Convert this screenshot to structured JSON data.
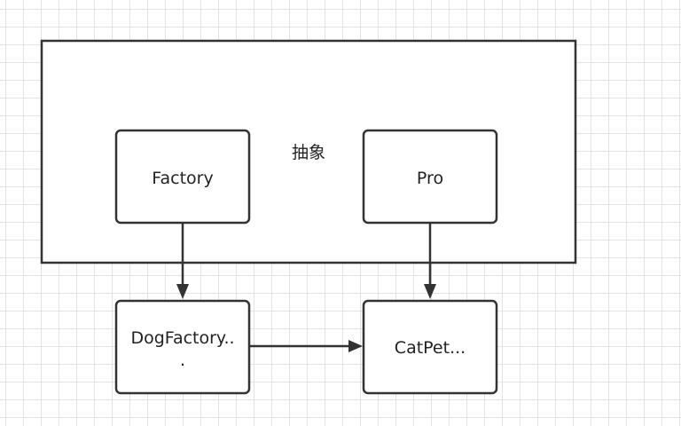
{
  "diagram": {
    "group": {
      "label": "抽象"
    },
    "nodes": {
      "factory": {
        "label": "Factory"
      },
      "pro": {
        "label": "Pro"
      },
      "dog_factory": {
        "label_line1": "DogFactory..",
        "label_line2": "."
      },
      "cat_pet": {
        "label": "CatPet..."
      }
    },
    "edges": [
      {
        "from": "Factory",
        "to": "DogFactory"
      },
      {
        "from": "Pro",
        "to": "CatPet"
      },
      {
        "from": "DogFactory",
        "to": "CatPet"
      }
    ]
  }
}
